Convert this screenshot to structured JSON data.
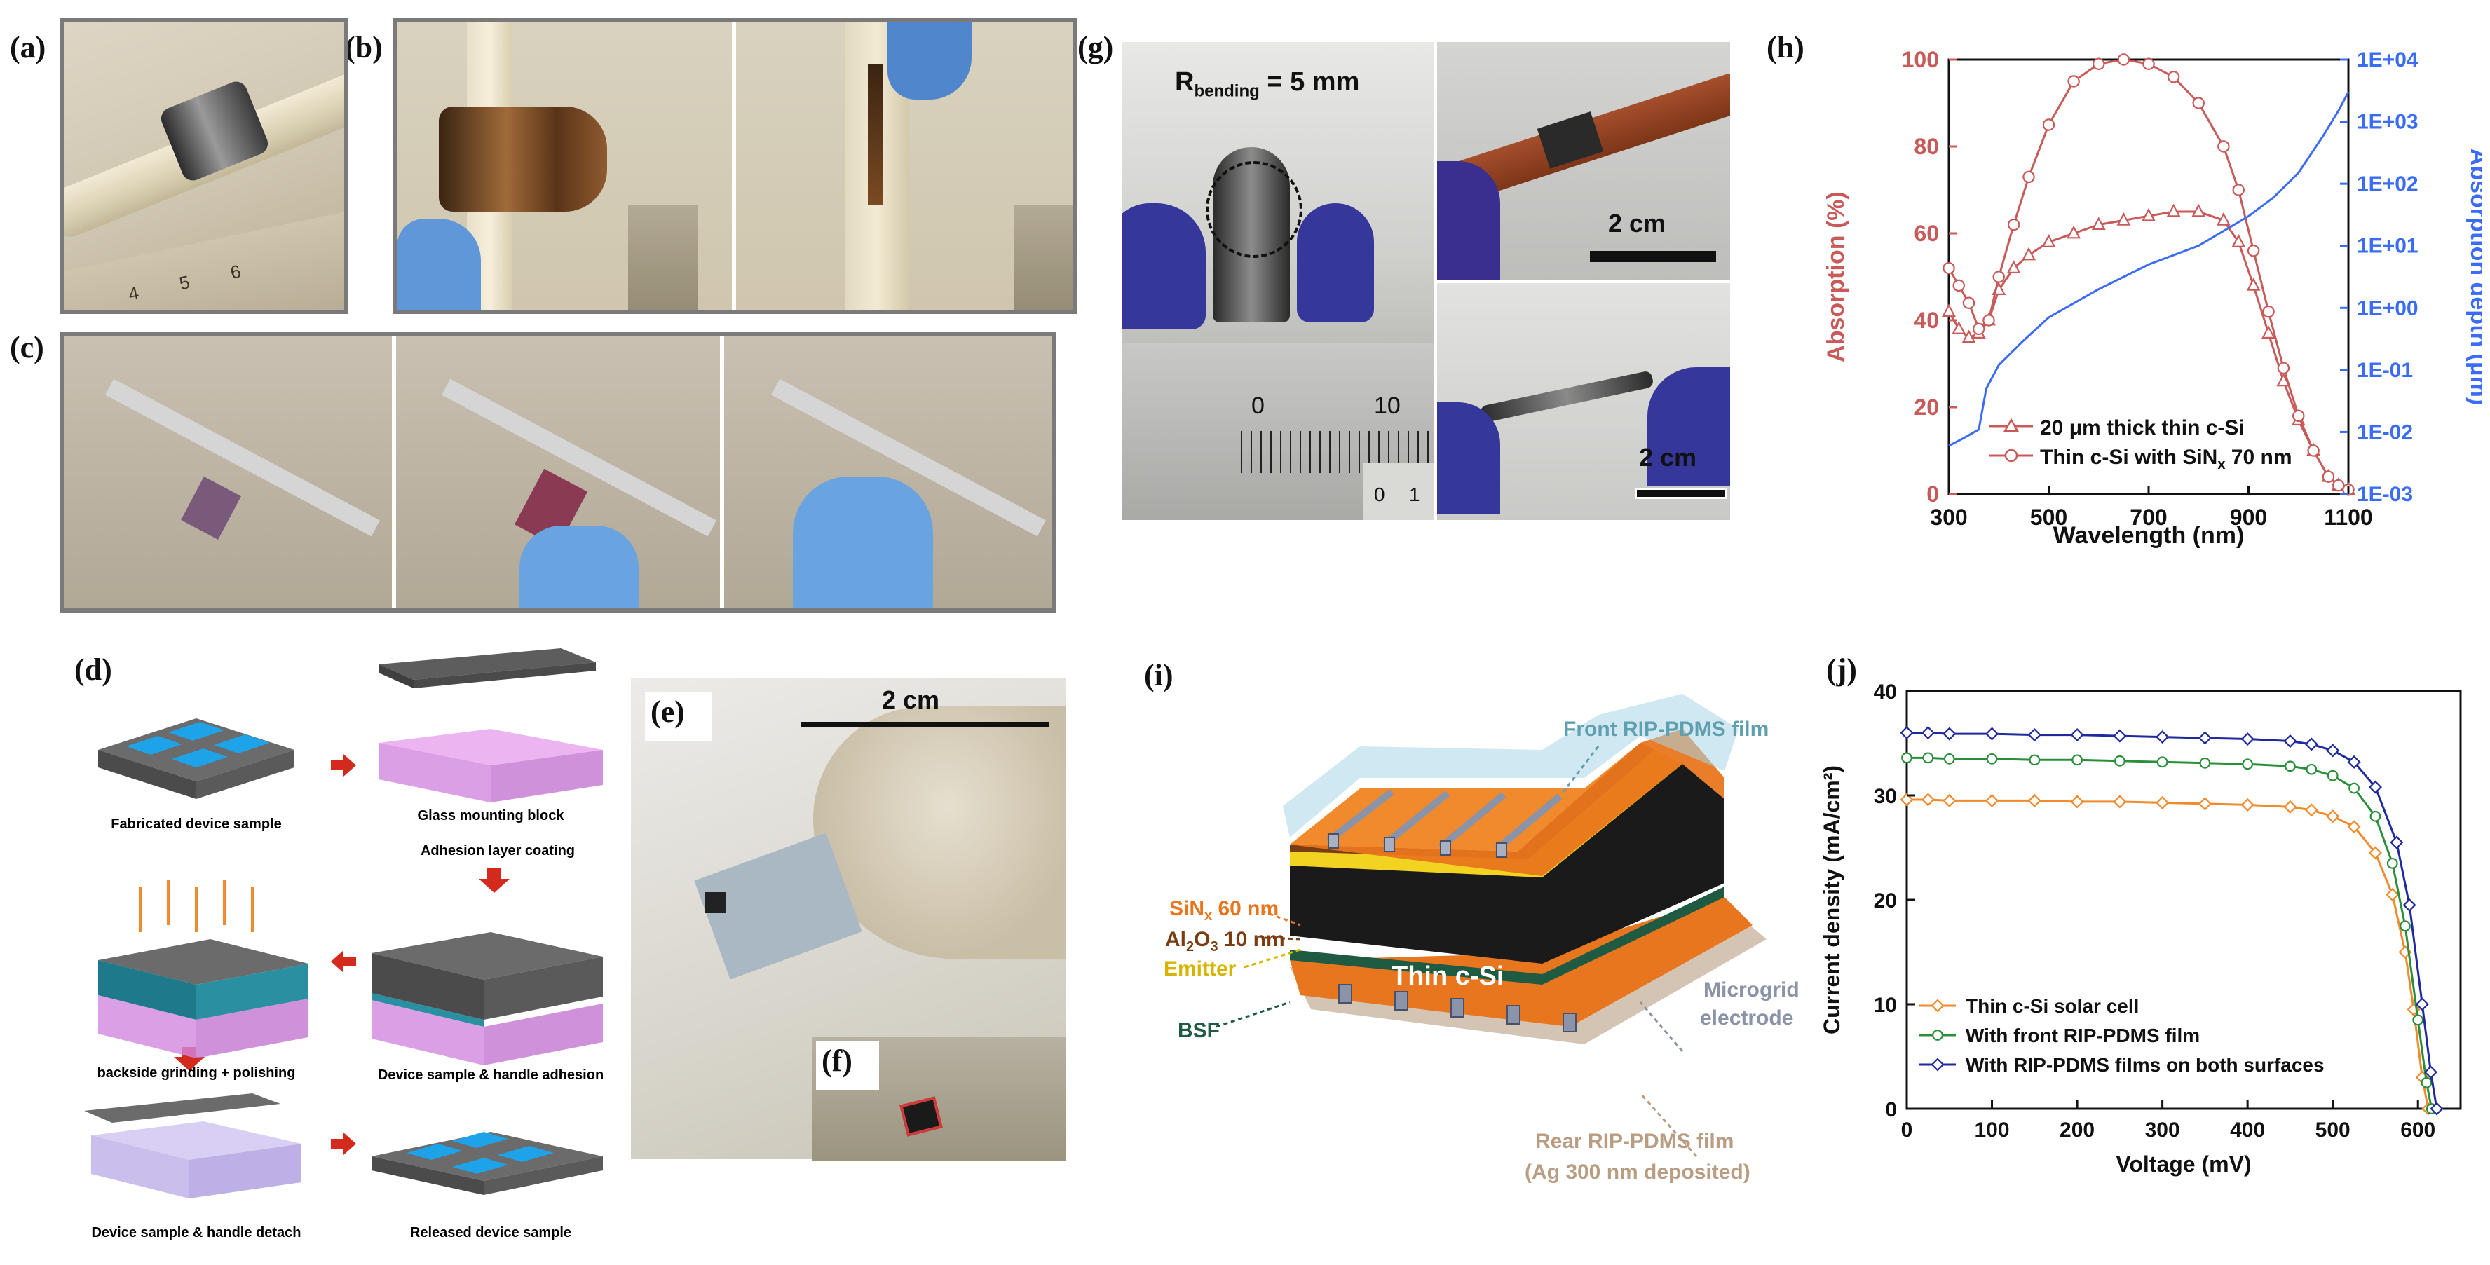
{
  "panels": {
    "a": "(a)",
    "b": "(b)",
    "c": "(c)",
    "d": "(d)",
    "e": "(e)",
    "f": "(f)",
    "g": "(g)",
    "h": "(h)",
    "i": "(i)",
    "j": "(j)"
  },
  "panel_a": {
    "ruler_marks": [
      "4",
      "5",
      "6"
    ]
  },
  "panel_d": {
    "steps": [
      "Fabricated device sample",
      "Glass mounting block",
      "Adhesion layer coating",
      "backside  grinding + polishing",
      "Device sample & handle adhesion",
      "Device sample & handle detach",
      "Released device sample"
    ],
    "colors": {
      "arrow": "#d42a1e",
      "grind_arrows": "#f08a2c",
      "layer": "#e9a8f0",
      "chip": "#1ea2e8"
    }
  },
  "panel_e": {
    "scale": "2 cm"
  },
  "panel_g": {
    "bending_prefix": "R",
    "bending_sub": "bending",
    "bending_value": " = 5 mm",
    "scale_top": "2 cm",
    "scale_bottom": "2 cm",
    "caliper_marks": [
      "0",
      "10"
    ],
    "caliper_vernier": [
      "0",
      "1"
    ]
  },
  "panel_i": {
    "labels": {
      "front_film": "Front RIP-PDMS film",
      "sinx": "SiN",
      "sinx_sub": "x",
      "sinx_val": " 60 nm",
      "al2o3_a": "Al",
      "al2o3_sub1": "2",
      "al2o3_b": "O",
      "al2o3_sub2": "3",
      "al2o3_val": " 10 nm",
      "emitter": "Emitter",
      "bsf": "BSF",
      "cell": "Thin c-Si",
      "grid_1": "Microgrid",
      "grid_2": "electrode",
      "rear_1": "Rear RIP-PDMS film",
      "rear_2": "(Ag 300 nm deposited)"
    },
    "colors": {
      "front": "#5f9fb0",
      "sinx": "#e8761e",
      "al2o3": "#7a3d12",
      "emitter": "#f2d321",
      "bsf": "#1f5a42",
      "grid": "#8b93a8",
      "rear": "#b89d82"
    }
  },
  "chart_data": [
    {
      "type": "line",
      "panel": "h",
      "xlabel": "Wavelength (nm)",
      "ylabel": "Absorption (%)",
      "y2label": "Absorption depth (μm)",
      "xlim": [
        300,
        1100
      ],
      "ylim": [
        0,
        100
      ],
      "y2lim": [
        0.001,
        10000
      ],
      "y2scale": "log",
      "xticks": [
        "300",
        "500",
        "700",
        "900",
        "1100"
      ],
      "yticks": [
        "0",
        "20",
        "40",
        "60",
        "80",
        "100"
      ],
      "y2ticks": [
        "1E-03",
        "1E-02",
        "1E-01",
        "1E+00",
        "1E+01",
        "1E+02",
        "1E+03",
        "1E+04"
      ],
      "legend_position": "bottom-center",
      "series": [
        {
          "name": "20 μm thick thin c-Si",
          "marker": "triangle",
          "color": "#c85a5a",
          "axis": "left",
          "x": [
            300,
            320,
            340,
            360,
            380,
            400,
            430,
            460,
            500,
            550,
            600,
            650,
            700,
            750,
            800,
            850,
            880,
            910,
            940,
            970,
            1000,
            1030,
            1060,
            1080,
            1100
          ],
          "y": [
            42,
            38,
            36,
            37,
            40,
            47,
            52,
            55,
            58,
            60,
            62,
            63,
            64,
            65,
            65,
            63,
            58,
            48,
            37,
            26,
            17,
            10,
            4,
            2,
            1
          ]
        },
        {
          "name": "Thin c-Si with SiNx 70 nm",
          "marker": "circle",
          "color": "#c85a5a",
          "axis": "left",
          "x": [
            300,
            320,
            340,
            360,
            380,
            400,
            430,
            460,
            500,
            550,
            600,
            650,
            700,
            750,
            800,
            850,
            880,
            910,
            940,
            970,
            1000,
            1030,
            1060,
            1080,
            1100
          ],
          "y": [
            52,
            48,
            44,
            38,
            40,
            50,
            62,
            73,
            85,
            95,
            99,
            100,
            99,
            96,
            90,
            80,
            70,
            56,
            42,
            29,
            18,
            10,
            4,
            2,
            1
          ]
        },
        {
          "name": "Absorption depth",
          "marker": "none",
          "color": "#3b6cf5",
          "axis": "right",
          "x": [
            300,
            330,
            360,
            375,
            400,
            450,
            500,
            600,
            700,
            800,
            900,
            950,
            1000,
            1050,
            1080,
            1100
          ],
          "y": [
            0.006,
            0.008,
            0.011,
            0.05,
            0.12,
            0.3,
            0.7,
            2.0,
            5.0,
            10,
            30,
            60,
            150,
            600,
            1500,
            3000
          ]
        }
      ]
    },
    {
      "type": "line",
      "panel": "j",
      "xlabel": "Voltage (mV)",
      "ylabel": "Current density (mA/cm²)",
      "xlim": [
        0,
        650
      ],
      "ylim": [
        0,
        40
      ],
      "xticks": [
        "0",
        "100",
        "200",
        "300",
        "400",
        "500",
        "600"
      ],
      "yticks": [
        "0",
        "10",
        "20",
        "30",
        "40"
      ],
      "legend_position": "bottom-left",
      "series": [
        {
          "name": "Thin c-Si solar cell",
          "color": "#f08a2c",
          "marker": "diamond",
          "x": [
            0,
            25,
            50,
            100,
            150,
            200,
            250,
            300,
            350,
            400,
            450,
            475,
            500,
            525,
            550,
            570,
            585,
            595,
            605,
            612
          ],
          "y": [
            29.6,
            29.6,
            29.5,
            29.5,
            29.5,
            29.4,
            29.4,
            29.3,
            29.2,
            29.1,
            28.9,
            28.6,
            28.0,
            27.0,
            24.5,
            20.5,
            15.0,
            9.5,
            3.0,
            0
          ]
        },
        {
          "name": "With front RIP-PDMS film",
          "color": "#2a8f3a",
          "marker": "circle",
          "x": [
            0,
            25,
            50,
            100,
            150,
            200,
            250,
            300,
            350,
            400,
            450,
            475,
            500,
            525,
            550,
            570,
            585,
            600,
            610,
            616
          ],
          "y": [
            33.6,
            33.6,
            33.5,
            33.5,
            33.4,
            33.4,
            33.3,
            33.2,
            33.1,
            33.0,
            32.8,
            32.5,
            31.9,
            30.7,
            28.0,
            23.5,
            17.5,
            8.5,
            2.5,
            0
          ]
        },
        {
          "name": "With RIP-PDMS films on both surfaces",
          "color": "#1f2a9e",
          "marker": "diamond",
          "x": [
            0,
            25,
            50,
            100,
            150,
            200,
            250,
            300,
            350,
            400,
            450,
            475,
            500,
            525,
            550,
            575,
            590,
            605,
            615,
            622
          ],
          "y": [
            36.0,
            36.0,
            35.9,
            35.9,
            35.8,
            35.8,
            35.7,
            35.6,
            35.5,
            35.4,
            35.2,
            34.9,
            34.3,
            33.2,
            30.8,
            25.5,
            19.5,
            10.0,
            3.5,
            0
          ]
        }
      ]
    }
  ]
}
